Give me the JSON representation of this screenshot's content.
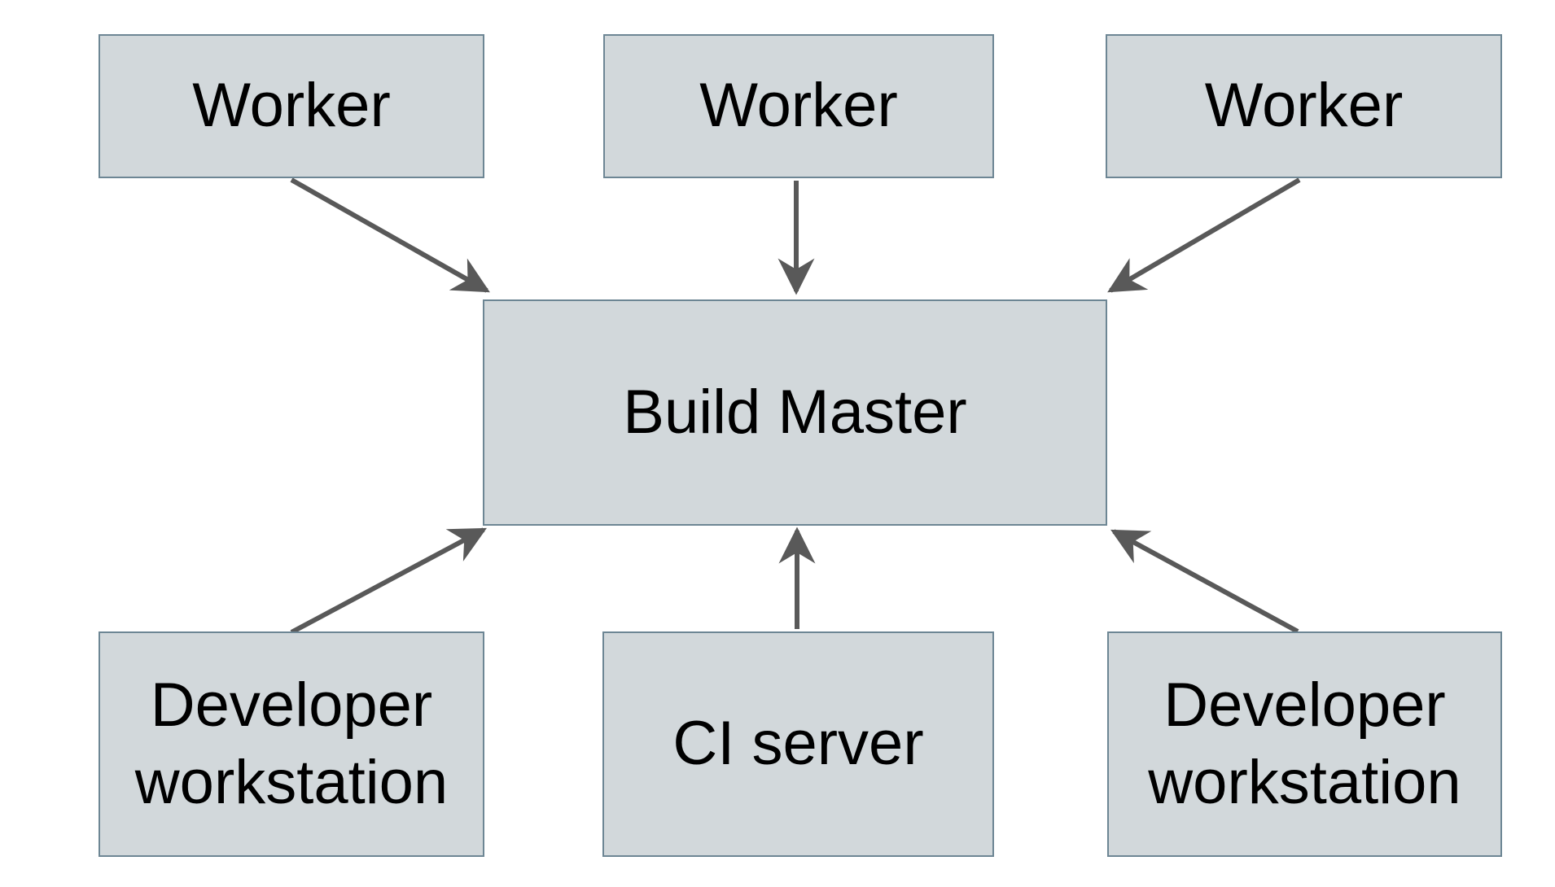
{
  "diagram": {
    "description": "Distributed build system diagram with workers, developer workstations and a CI server connected to a central Build Master",
    "colors": {
      "box_fill": "#d2d8db",
      "box_border": "#6d8694",
      "arrow": "#595959",
      "text": "#000000",
      "background": "#ffffff"
    },
    "nodes": [
      {
        "id": "worker-1",
        "label": "Worker"
      },
      {
        "id": "worker-2",
        "label": "Worker"
      },
      {
        "id": "worker-3",
        "label": "Worker"
      },
      {
        "id": "build-master",
        "label": "Build Master"
      },
      {
        "id": "developer-workstation-left",
        "label": "Developer workstation"
      },
      {
        "id": "ci-server",
        "label": "CI server"
      },
      {
        "id": "developer-workstation-right",
        "label": "Developer workstation"
      }
    ],
    "edges": [
      {
        "from": "worker-1",
        "to": "build-master"
      },
      {
        "from": "worker-2",
        "to": "build-master"
      },
      {
        "from": "worker-3",
        "to": "build-master"
      },
      {
        "from": "developer-workstation-left",
        "to": "build-master"
      },
      {
        "from": "ci-server",
        "to": "build-master"
      },
      {
        "from": "developer-workstation-right",
        "to": "build-master"
      }
    ]
  }
}
